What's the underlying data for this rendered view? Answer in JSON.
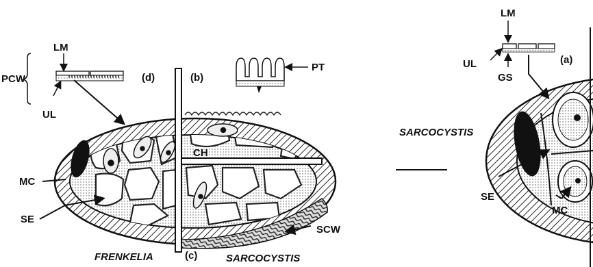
{
  "left_figure": {
    "labels": {
      "lm": "LM",
      "pcw": "PCW",
      "ul": "UL",
      "d": "(d)",
      "b": "(b)",
      "pt": "PT",
      "ch": "CH",
      "mc": "MC",
      "se": "SE",
      "scw": "SCW",
      "c": "(c)"
    },
    "genus_left": "FRENKELIA",
    "genus_right": "SARCOCYSTIS"
  },
  "right_figure": {
    "labels": {
      "lm": "LM",
      "ul": "UL",
      "gs": "GS",
      "a": "(a)",
      "se": "SE",
      "mc": "MC"
    },
    "genus": "SARCOCYSTIS"
  }
}
